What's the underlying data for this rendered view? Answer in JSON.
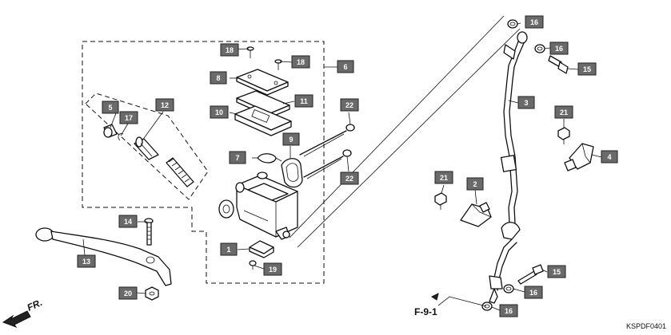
{
  "diagram": {
    "ref_code": "KSPDF0401",
    "section_ref": "F-9-1",
    "direction_label": "FR."
  },
  "callouts": [
    {
      "id": "c1",
      "label": "1"
    },
    {
      "id": "c2",
      "label": "2"
    },
    {
      "id": "c3",
      "label": "3"
    },
    {
      "id": "c4",
      "label": "4"
    },
    {
      "id": "c5",
      "label": "5"
    },
    {
      "id": "c6",
      "label": "6"
    },
    {
      "id": "c7",
      "label": "7"
    },
    {
      "id": "c8",
      "label": "8"
    },
    {
      "id": "c9",
      "label": "9"
    },
    {
      "id": "c10",
      "label": "10"
    },
    {
      "id": "c11",
      "label": "11"
    },
    {
      "id": "c12",
      "label": "12"
    },
    {
      "id": "c13",
      "label": "13"
    },
    {
      "id": "c14",
      "label": "14"
    },
    {
      "id": "c15a",
      "label": "15"
    },
    {
      "id": "c15b",
      "label": "15"
    },
    {
      "id": "c16a",
      "label": "16"
    },
    {
      "id": "c16b",
      "label": "16"
    },
    {
      "id": "c16c",
      "label": "16"
    },
    {
      "id": "c16d",
      "label": "16"
    },
    {
      "id": "c17",
      "label": "17"
    },
    {
      "id": "c18a",
      "label": "18"
    },
    {
      "id": "c18b",
      "label": "18"
    },
    {
      "id": "c19",
      "label": "19"
    },
    {
      "id": "c20",
      "label": "20"
    },
    {
      "id": "c21a",
      "label": "21"
    },
    {
      "id": "c21b",
      "label": "21"
    },
    {
      "id": "c22a",
      "label": "22"
    },
    {
      "id": "c22b",
      "label": "22"
    }
  ]
}
